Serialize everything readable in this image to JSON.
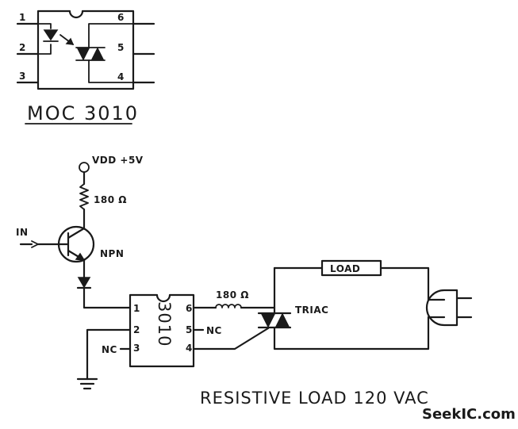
{
  "pinout": {
    "part_label": "MOC 3010",
    "pins": [
      "1",
      "2",
      "3",
      "4",
      "5",
      "6"
    ]
  },
  "circuit": {
    "vdd_label": "VDD +5V",
    "r1_label": "180 Ω",
    "in_label": "IN",
    "transistor_label": "NPN",
    "ic_label": "3010",
    "ic_pins": [
      "1",
      "2",
      "3",
      "4",
      "5",
      "6"
    ],
    "nc_label_pin5": "NC",
    "nc_label_pin3": "NC",
    "r2_label": "180 Ω",
    "triac_label": "TRIAC",
    "load_label": "LOAD",
    "caption": "RESISTIVE  LOAD  120 VAC"
  },
  "watermark": "SeekIC.com"
}
